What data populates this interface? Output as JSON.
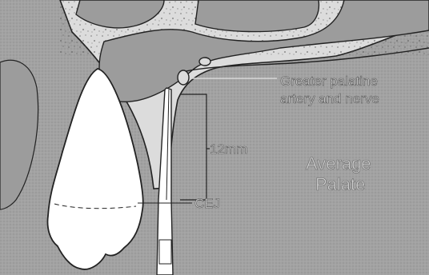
{
  "labels": {
    "nerve_line1": "Greater palatine",
    "nerve_line2": "artery and nerve",
    "measurement": "12mm",
    "cej": "CEJ",
    "palate_line1": "Average",
    "palate_line2": "Palate"
  },
  "colors": {
    "tissue_gray": "#9c9c9c",
    "bone_light": "#dcdcdc",
    "tooth_white": "#ffffff",
    "outline": "#222222",
    "label_gray": "#cfcfcf"
  }
}
